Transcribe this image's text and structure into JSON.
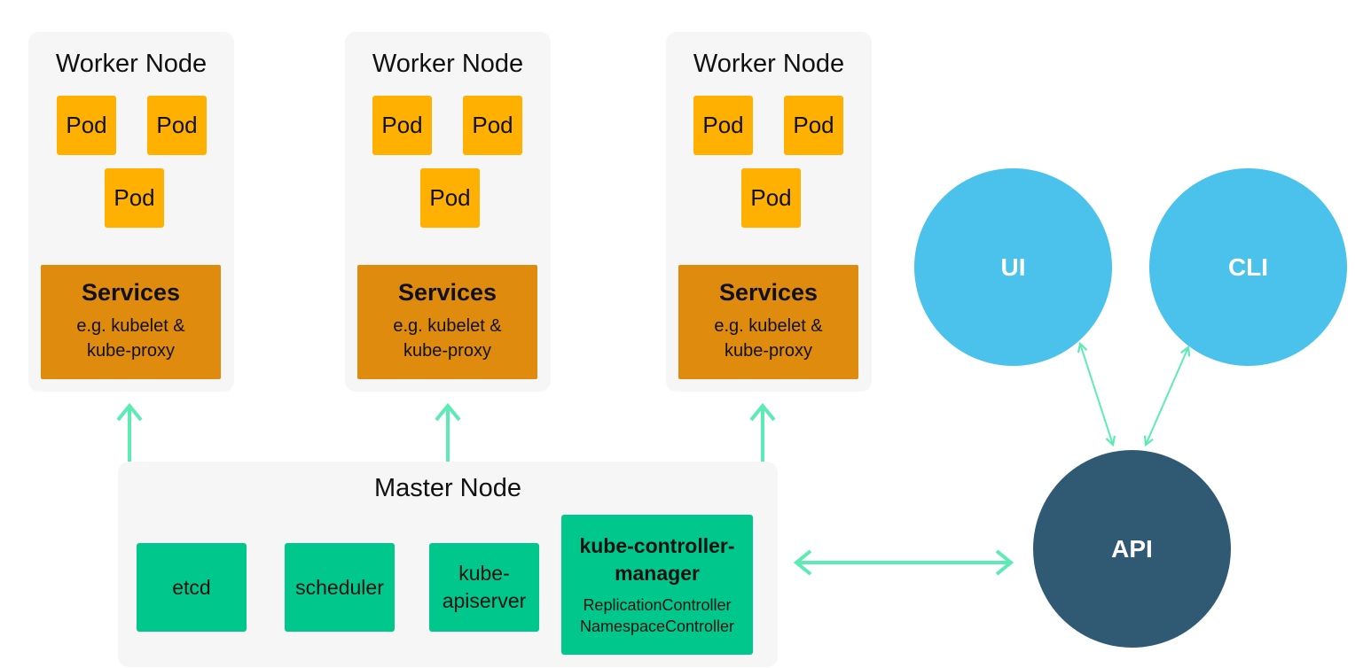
{
  "colors": {
    "panel": "#f6f6f6",
    "pod": "#ffb000",
    "services": "#de8b0e",
    "component": "#00c88c",
    "arrow": "#5cebb4",
    "client_circle": "#4bc2ec",
    "api_circle": "#305a74"
  },
  "workers": [
    {
      "title": "Worker Node",
      "pods": [
        "Pod",
        "Pod",
        "Pod"
      ],
      "services": {
        "title": "Services",
        "desc": "e.g. kubelet & kube-proxy"
      }
    },
    {
      "title": "Worker Node",
      "pods": [
        "Pod",
        "Pod",
        "Pod"
      ],
      "services": {
        "title": "Services",
        "desc": "e.g. kubelet & kube-proxy"
      }
    },
    {
      "title": "Worker Node",
      "pods": [
        "Pod",
        "Pod",
        "Pod"
      ],
      "services": {
        "title": "Services",
        "desc": "e.g. kubelet & kube-proxy"
      }
    }
  ],
  "master": {
    "title": "Master Node",
    "components": {
      "etcd": "etcd",
      "scheduler": "scheduler",
      "apiserver": "kube-apiserver",
      "controller_manager": {
        "title": "kube-controller-manager",
        "subs": [
          "ReplicationController",
          "NamespaceController"
        ]
      }
    }
  },
  "clients": {
    "ui": "UI",
    "cli": "CLI",
    "api": "API"
  }
}
